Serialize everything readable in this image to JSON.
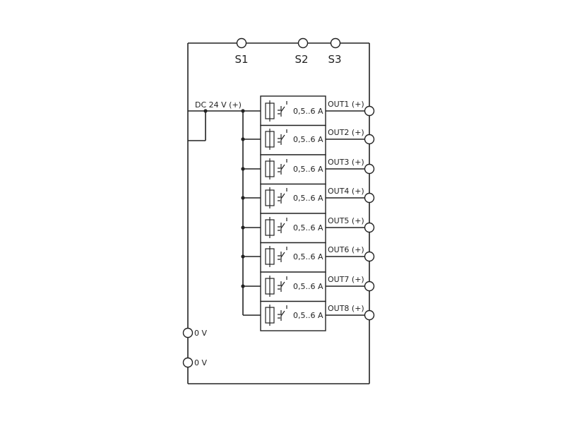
{
  "labels": {
    "s1": "S1",
    "s2": "S2",
    "s3": "S3",
    "supply": "DC 24 V (+)",
    "zero_v_1": "0 V",
    "zero_v_2": "0 V"
  },
  "channels": [
    {
      "current": "0,5..6 A",
      "output": "OUT1 (+)"
    },
    {
      "current": "0,5..6 A",
      "output": "OUT2 (+)"
    },
    {
      "current": "0,5..6 A",
      "output": "OUT3 (+)"
    },
    {
      "current": "0,5..6 A",
      "output": "OUT4 (+)"
    },
    {
      "current": "0,5..6 A",
      "output": "OUT5 (+)"
    },
    {
      "current": "0,5..6 A",
      "output": "OUT6 (+)"
    },
    {
      "current": "0,5..6 A",
      "output": "OUT7 (+)"
    },
    {
      "current": "0,5..6 A",
      "output": "OUT8 (+)"
    }
  ]
}
